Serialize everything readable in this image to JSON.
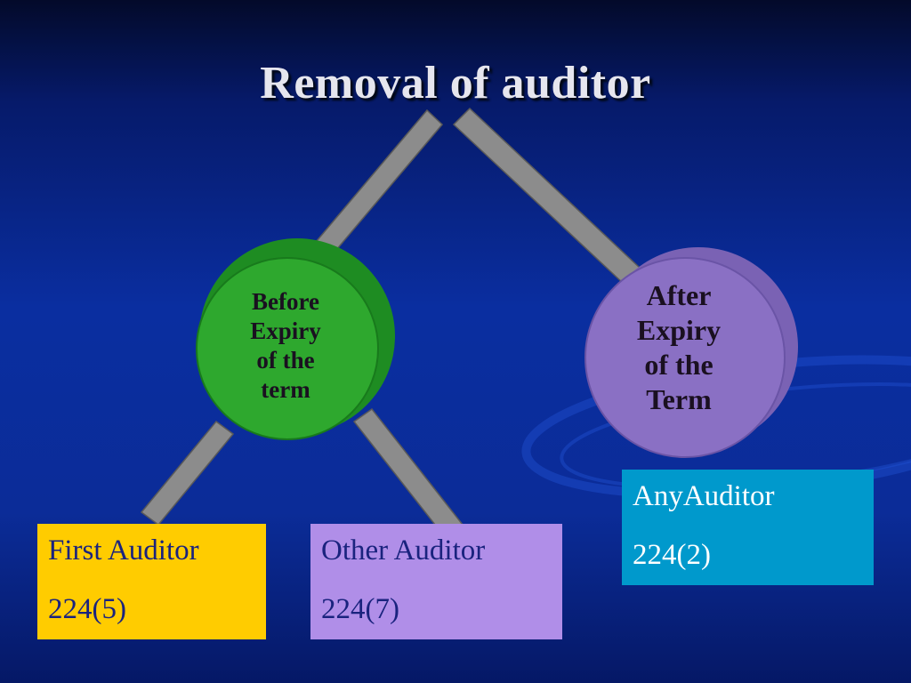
{
  "title": "Removal of auditor",
  "nodes": {
    "before": {
      "lines": [
        "Before",
        "Expiry",
        "of the",
        "term"
      ]
    },
    "after": {
      "lines": [
        "After",
        "Expiry",
        "of the",
        "Term"
      ]
    }
  },
  "boxes": {
    "first": {
      "title": "First Auditor",
      "section": "224(5)"
    },
    "other": {
      "title": "Other Auditor",
      "section": "224(7)"
    },
    "any": {
      "title": "AnyAuditor",
      "section": "224(2)"
    }
  },
  "colors": {
    "background": "#0a2ea0",
    "connector": "#8c8c8c",
    "before_node": "#2ea82e",
    "after_node": "#8a70c4",
    "first_box": "#ffcc00",
    "other_box": "#b08ee8",
    "any_box": "#0099cc"
  }
}
